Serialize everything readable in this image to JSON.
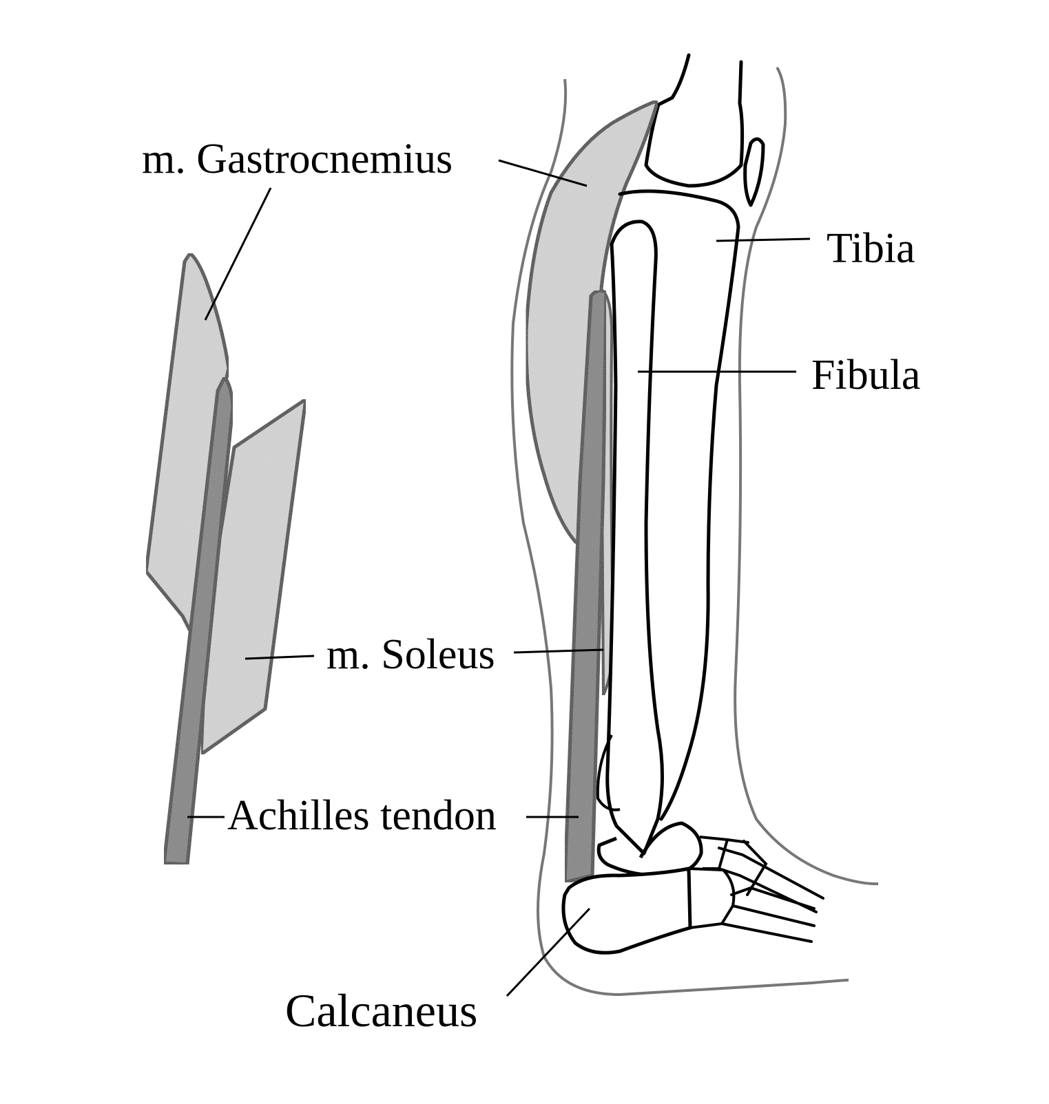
{
  "labels": {
    "gastrocnemius": "m. Gastrocnemius",
    "tibia": "Tibia",
    "fibula": "Fibula",
    "soleus": "m. Soleus",
    "achilles": "Achilles tendon",
    "calcaneus": "Calcaneus"
  },
  "colors": {
    "line": "#000000",
    "muscle_fill": "#dcdcdc",
    "tendon_fill": "#7a7a7a",
    "skin_outline": "#777777",
    "background": "#ffffff"
  }
}
